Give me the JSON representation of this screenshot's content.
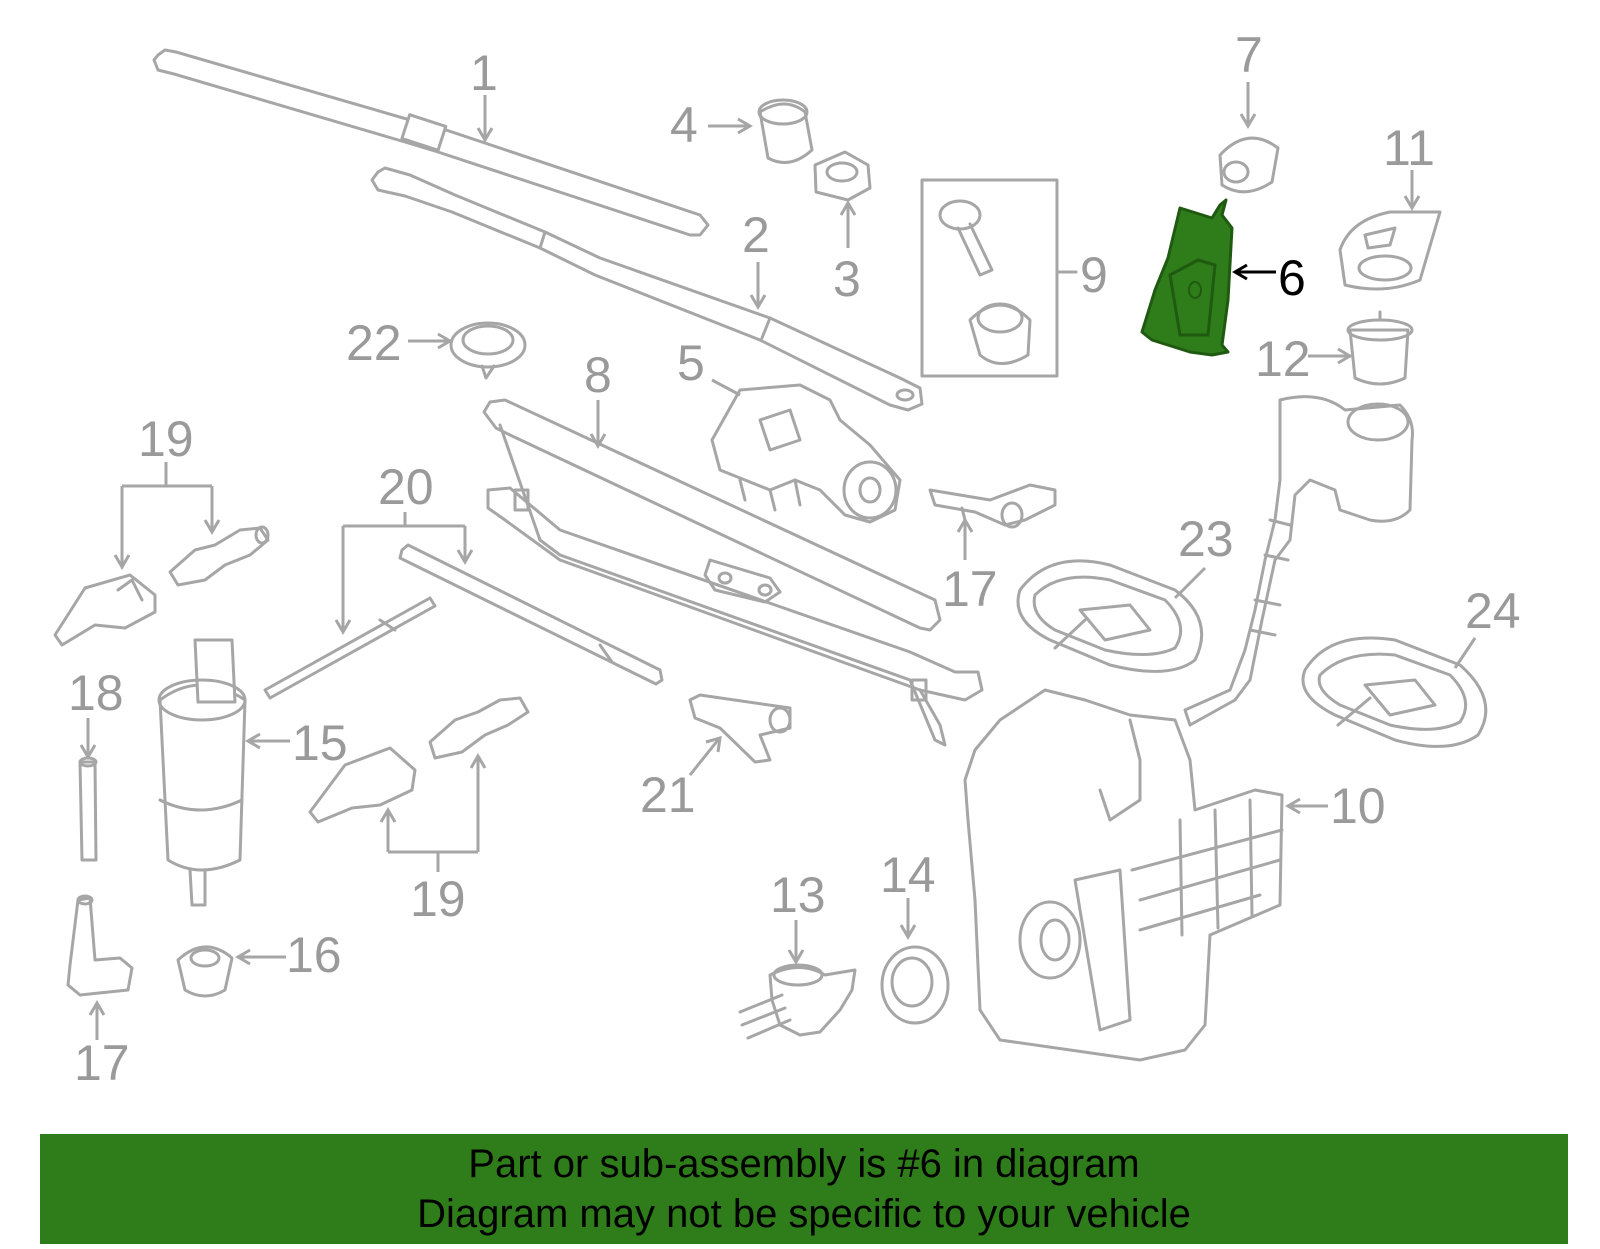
{
  "colors": {
    "line": "#a6a6a6",
    "label": "#9a9a9a",
    "highlight": "#2e7d1a",
    "highlight_dark": "#1f5a10",
    "banner": "#2e7d1a",
    "active_label": "#000000"
  },
  "highlighted_part": "6",
  "callouts": [
    {
      "id": "1",
      "text": "1"
    },
    {
      "id": "2",
      "text": "2"
    },
    {
      "id": "3",
      "text": "3"
    },
    {
      "id": "4",
      "text": "4"
    },
    {
      "id": "5",
      "text": "5"
    },
    {
      "id": "6",
      "text": "6"
    },
    {
      "id": "7",
      "text": "7"
    },
    {
      "id": "8",
      "text": "8"
    },
    {
      "id": "9",
      "text": "9"
    },
    {
      "id": "10",
      "text": "10"
    },
    {
      "id": "11",
      "text": "11"
    },
    {
      "id": "12",
      "text": "12"
    },
    {
      "id": "13",
      "text": "13"
    },
    {
      "id": "14",
      "text": "14"
    },
    {
      "id": "15",
      "text": "15"
    },
    {
      "id": "16",
      "text": "16"
    },
    {
      "id": "17a",
      "text": "17"
    },
    {
      "id": "17b",
      "text": "17"
    },
    {
      "id": "18",
      "text": "18"
    },
    {
      "id": "19a",
      "text": "19"
    },
    {
      "id": "19b",
      "text": "19"
    },
    {
      "id": "20",
      "text": "20"
    },
    {
      "id": "21",
      "text": "21"
    },
    {
      "id": "22",
      "text": "22"
    },
    {
      "id": "23",
      "text": "23"
    },
    {
      "id": "24",
      "text": "24"
    }
  ],
  "banner": {
    "line1": "Part or sub-assembly is #6 in diagram",
    "line2": "Diagram may not be specific to your vehicle"
  }
}
